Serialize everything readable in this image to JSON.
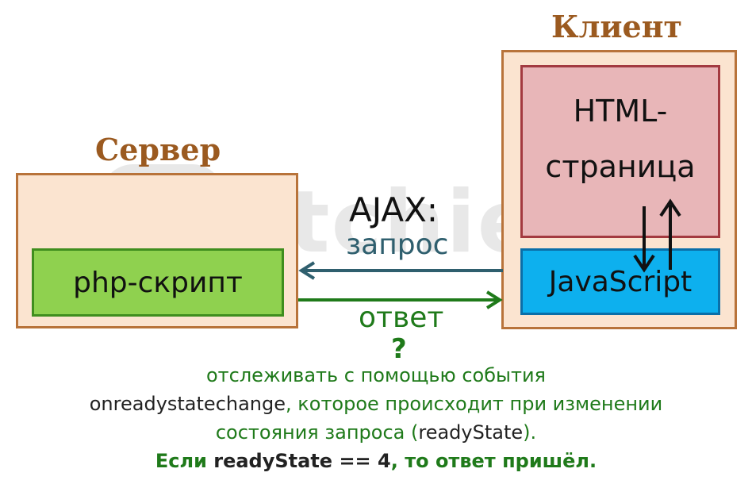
{
  "server": {
    "title": "Сервер",
    "script_label": "php-скрипт"
  },
  "client": {
    "title": "Клиент",
    "page_label_1": "HTML-",
    "page_label_2": "страница",
    "js_label": "JavaScript"
  },
  "flow": {
    "ajax": "AJAX:",
    "request": "запрос",
    "response": "ответ",
    "question": "?"
  },
  "watermark": "itchief.ru",
  "caption": {
    "line1": "отслеживать с помощью события",
    "line2_event": "onreadystatechange",
    "line2_rest": ", которое происходит при изменении",
    "line3_text": "состояния запроса (",
    "line3_prop": "readyState",
    "line3_end": ").",
    "line4_a": "Если ",
    "line4_b": "readyState == 4",
    "line4_c": ", то ответ пришёл."
  },
  "colors": {
    "title": "#9b5a20",
    "request_arrow": "#2f5f6e",
    "response_arrow": "#1f7a1a",
    "php_fill": "#8fd14f",
    "html_fill": "#e8b6b8",
    "js_fill": "#0db0ee"
  }
}
